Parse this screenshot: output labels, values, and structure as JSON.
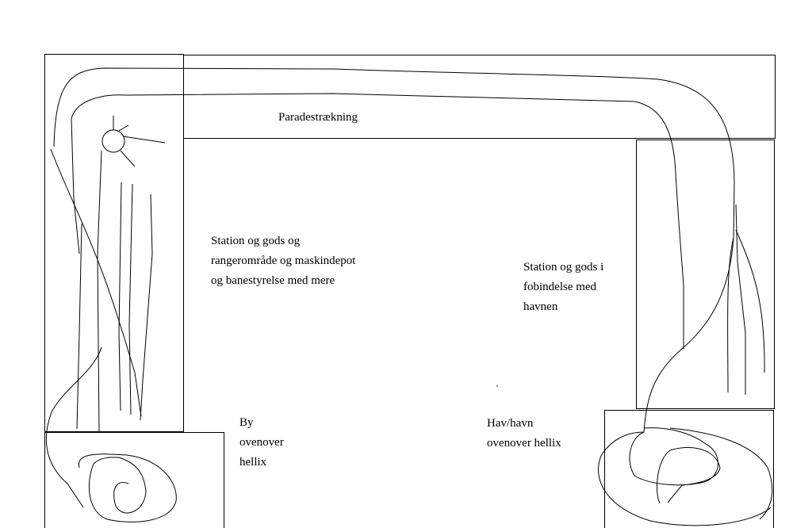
{
  "labels": {
    "parade": "Paradestrækning",
    "station_main": [
      "Station og gods og",
      "rangerområde og maskindepot",
      "og banestyrelse med mere"
    ],
    "station_harbor": [
      "Station og gods i",
      "fobindelse med",
      "havnen"
    ],
    "city": [
      "By",
      "ovenover",
      "hellix"
    ],
    "sea": [
      "Hav/havn",
      "ovenover hellix"
    ]
  },
  "colors": {
    "ink": "#000000",
    "background": "#ffffff"
  }
}
